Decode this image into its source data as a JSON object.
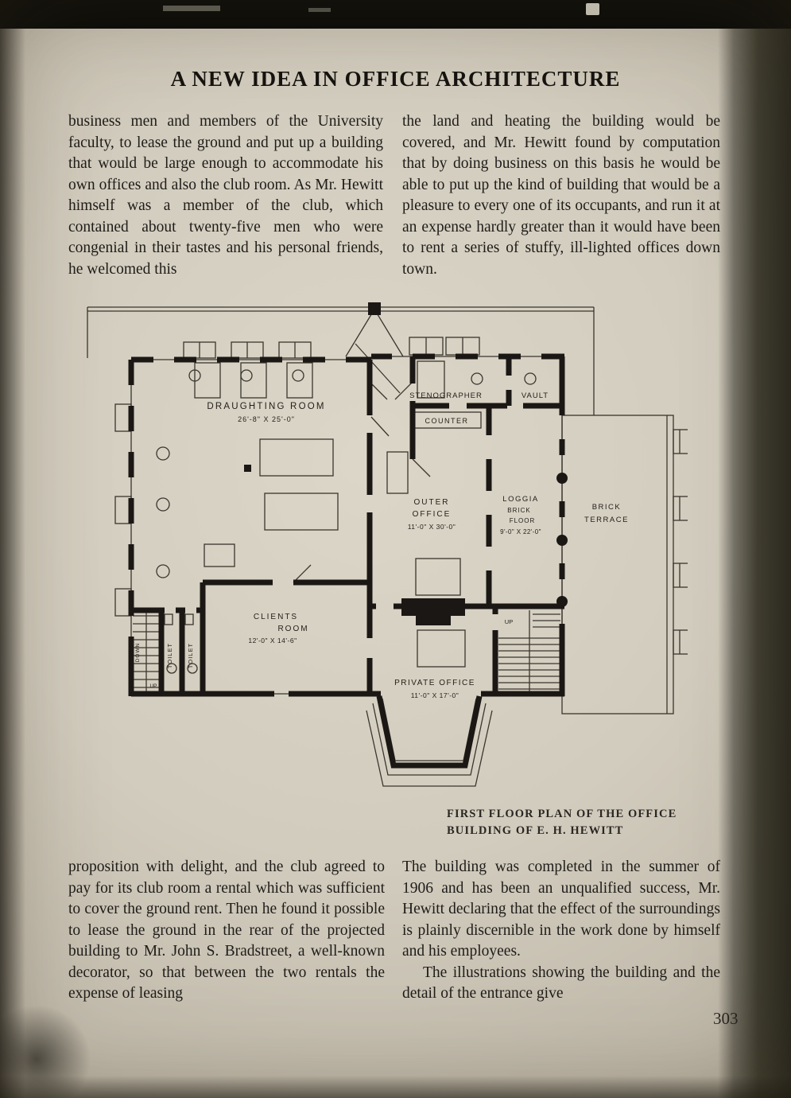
{
  "page": {
    "title": "A NEW IDEA IN OFFICE ARCHITECTURE",
    "page_number": "303"
  },
  "article": {
    "top_left": "business men and members of the University faculty, to lease the ground and put up a building that would be large enough to accommodate his own offices and also the club room.  As Mr. Hewitt himself was a member of the club, which contained about twenty-five men who were congenial in their tastes and his personal friends, he welcomed this",
    "top_right": "the land and heating the building would be covered, and Mr. Hewitt found by computation that by doing business on this basis he would be able to put up the kind of building that would be a pleasure to every one of its occupants, and run it at an expense hardly greater than it would have been to rent a series of stuffy, ill-lighted offices down town.",
    "bottom_left": "proposition with delight, and the club agreed to pay for its club room a rental which was sufficient to cover the ground rent.  Then he found it possible to lease the ground in the rear of the projected building to Mr. John S. Bradstreet, a well-known decorator, so that between the two rentals the expense of leasing",
    "bottom_right_p1": "The building was completed in the summer of 1906 and has been an unqualified success, Mr. Hewitt declaring that the effect of the surroundings is plainly discernible in the work done by himself and his employees.",
    "bottom_right_p2": "The illustrations showing the building and the detail of the entrance give"
  },
  "figure": {
    "caption_line1": "FIRST FLOOR PLAN OF THE OFFICE",
    "caption_line2": "BUILDING OF E. H. HEWITT",
    "labels": {
      "stenographer": "STENOGRAPHER",
      "vault": "VAULT",
      "counter": "COUNTER",
      "draughting_room": "DRAUGHTING ROOM",
      "draughting_dims": "26'-8\" X 25'-0\"",
      "outer_l1": "OUTER",
      "outer_l2": "OFFICE",
      "outer_dims": "11'-0\" X 30'-0\"",
      "loggia_l1": "LOGGIA",
      "loggia_l2": "BRICK",
      "loggia_l3": "FLOOR",
      "loggia_dims": "9'-0\" X 22'-0\"",
      "terrace_l1": "BRICK",
      "terrace_l2": "TERRACE",
      "clients_l1": "CLIENTS",
      "clients_l2": "ROOM",
      "clients_dims": "12'-0\" X 14'-6\"",
      "private_office": "PRIVATE OFFICE",
      "private_dims": "11'-0\" X 17'-0\"",
      "toilet": "TOILET",
      "down": "DOWN",
      "up": "UP"
    }
  }
}
